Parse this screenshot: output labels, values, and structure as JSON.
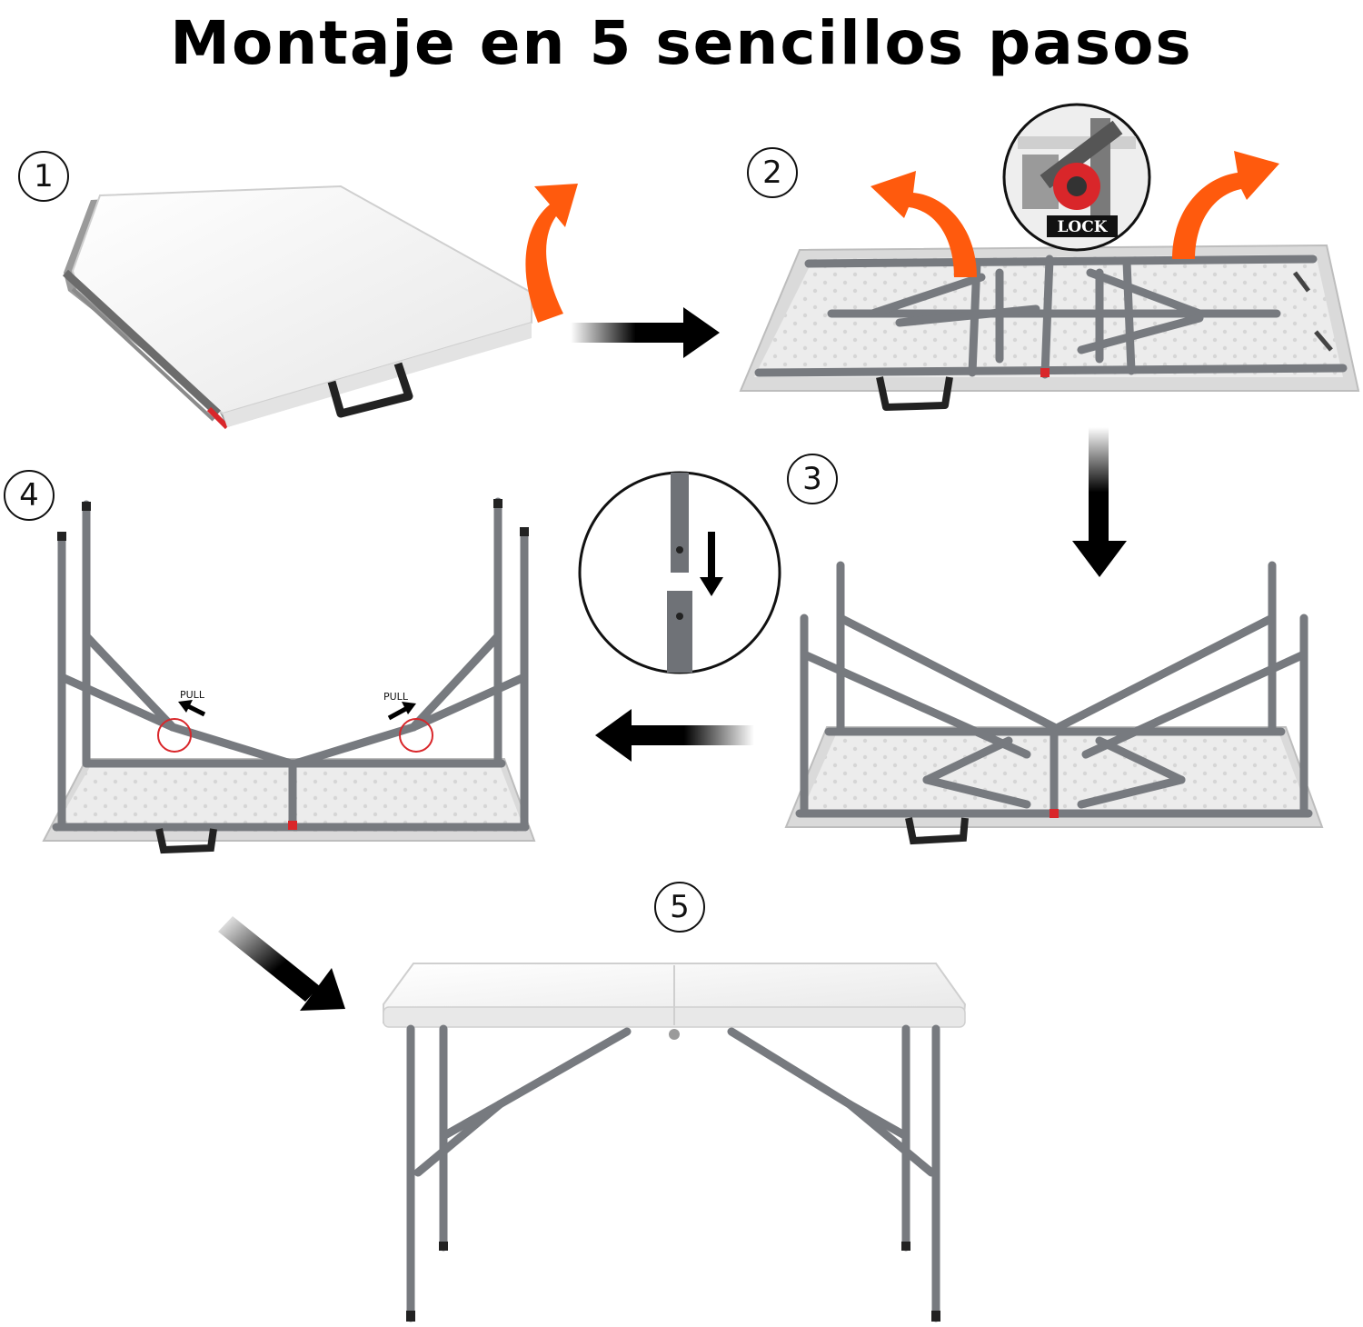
{
  "title": "Montaje en 5 sencillos pasos",
  "steps": [
    {
      "number": "1"
    },
    {
      "number": "2"
    },
    {
      "number": "3"
    },
    {
      "number": "4"
    },
    {
      "number": "5"
    }
  ],
  "labels": {
    "lock": "LOCK",
    "pull_left": "PULL",
    "pull_right": "PULL"
  },
  "colors": {
    "accent_arrow": "#ff5a0d",
    "frame": "#777a7f",
    "table_top": "#f1f1f1",
    "lock_part": "#d9262a"
  },
  "icons": [
    "orange-curved-arrow",
    "black-flow-arrow",
    "lock-detail-zoom",
    "leg-extension-zoom"
  ]
}
